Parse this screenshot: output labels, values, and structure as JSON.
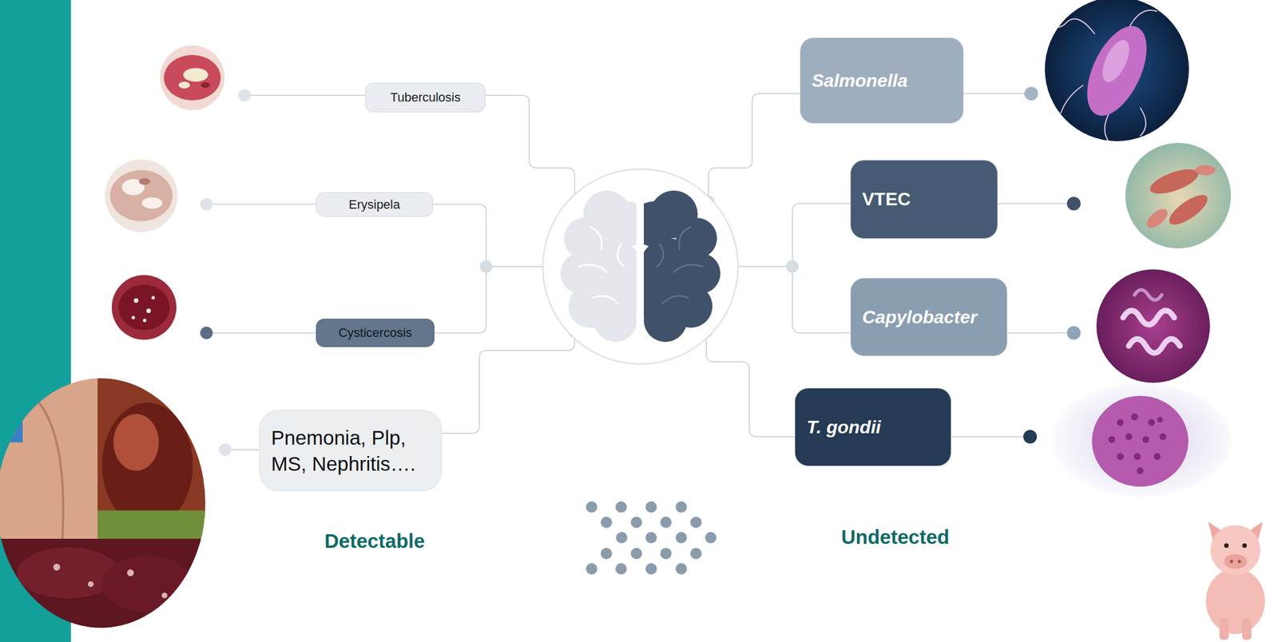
{
  "diagram": {
    "nodes": [
      {
        "text": [
          "Tuberculosis"
        ]
      },
      {
        "text": [
          "Erysipela"
        ]
      },
      {
        "text": [
          "Cysticercosis"
        ]
      },
      {
        "text": [
          "Pnemonia, Plp, MS, Nephritis…."
        ]
      },
      {
        "text": [
          "Salmonella"
        ]
      },
      {
        "text": [
          "VTEC"
        ]
      },
      {
        "text": [
          "Capylobacter"
        ]
      },
      {
        "text": [
          "T. gondii"
        ]
      }
    ],
    "labels": [
      "Detectable",
      "Undetected"
    ]
  }
}
